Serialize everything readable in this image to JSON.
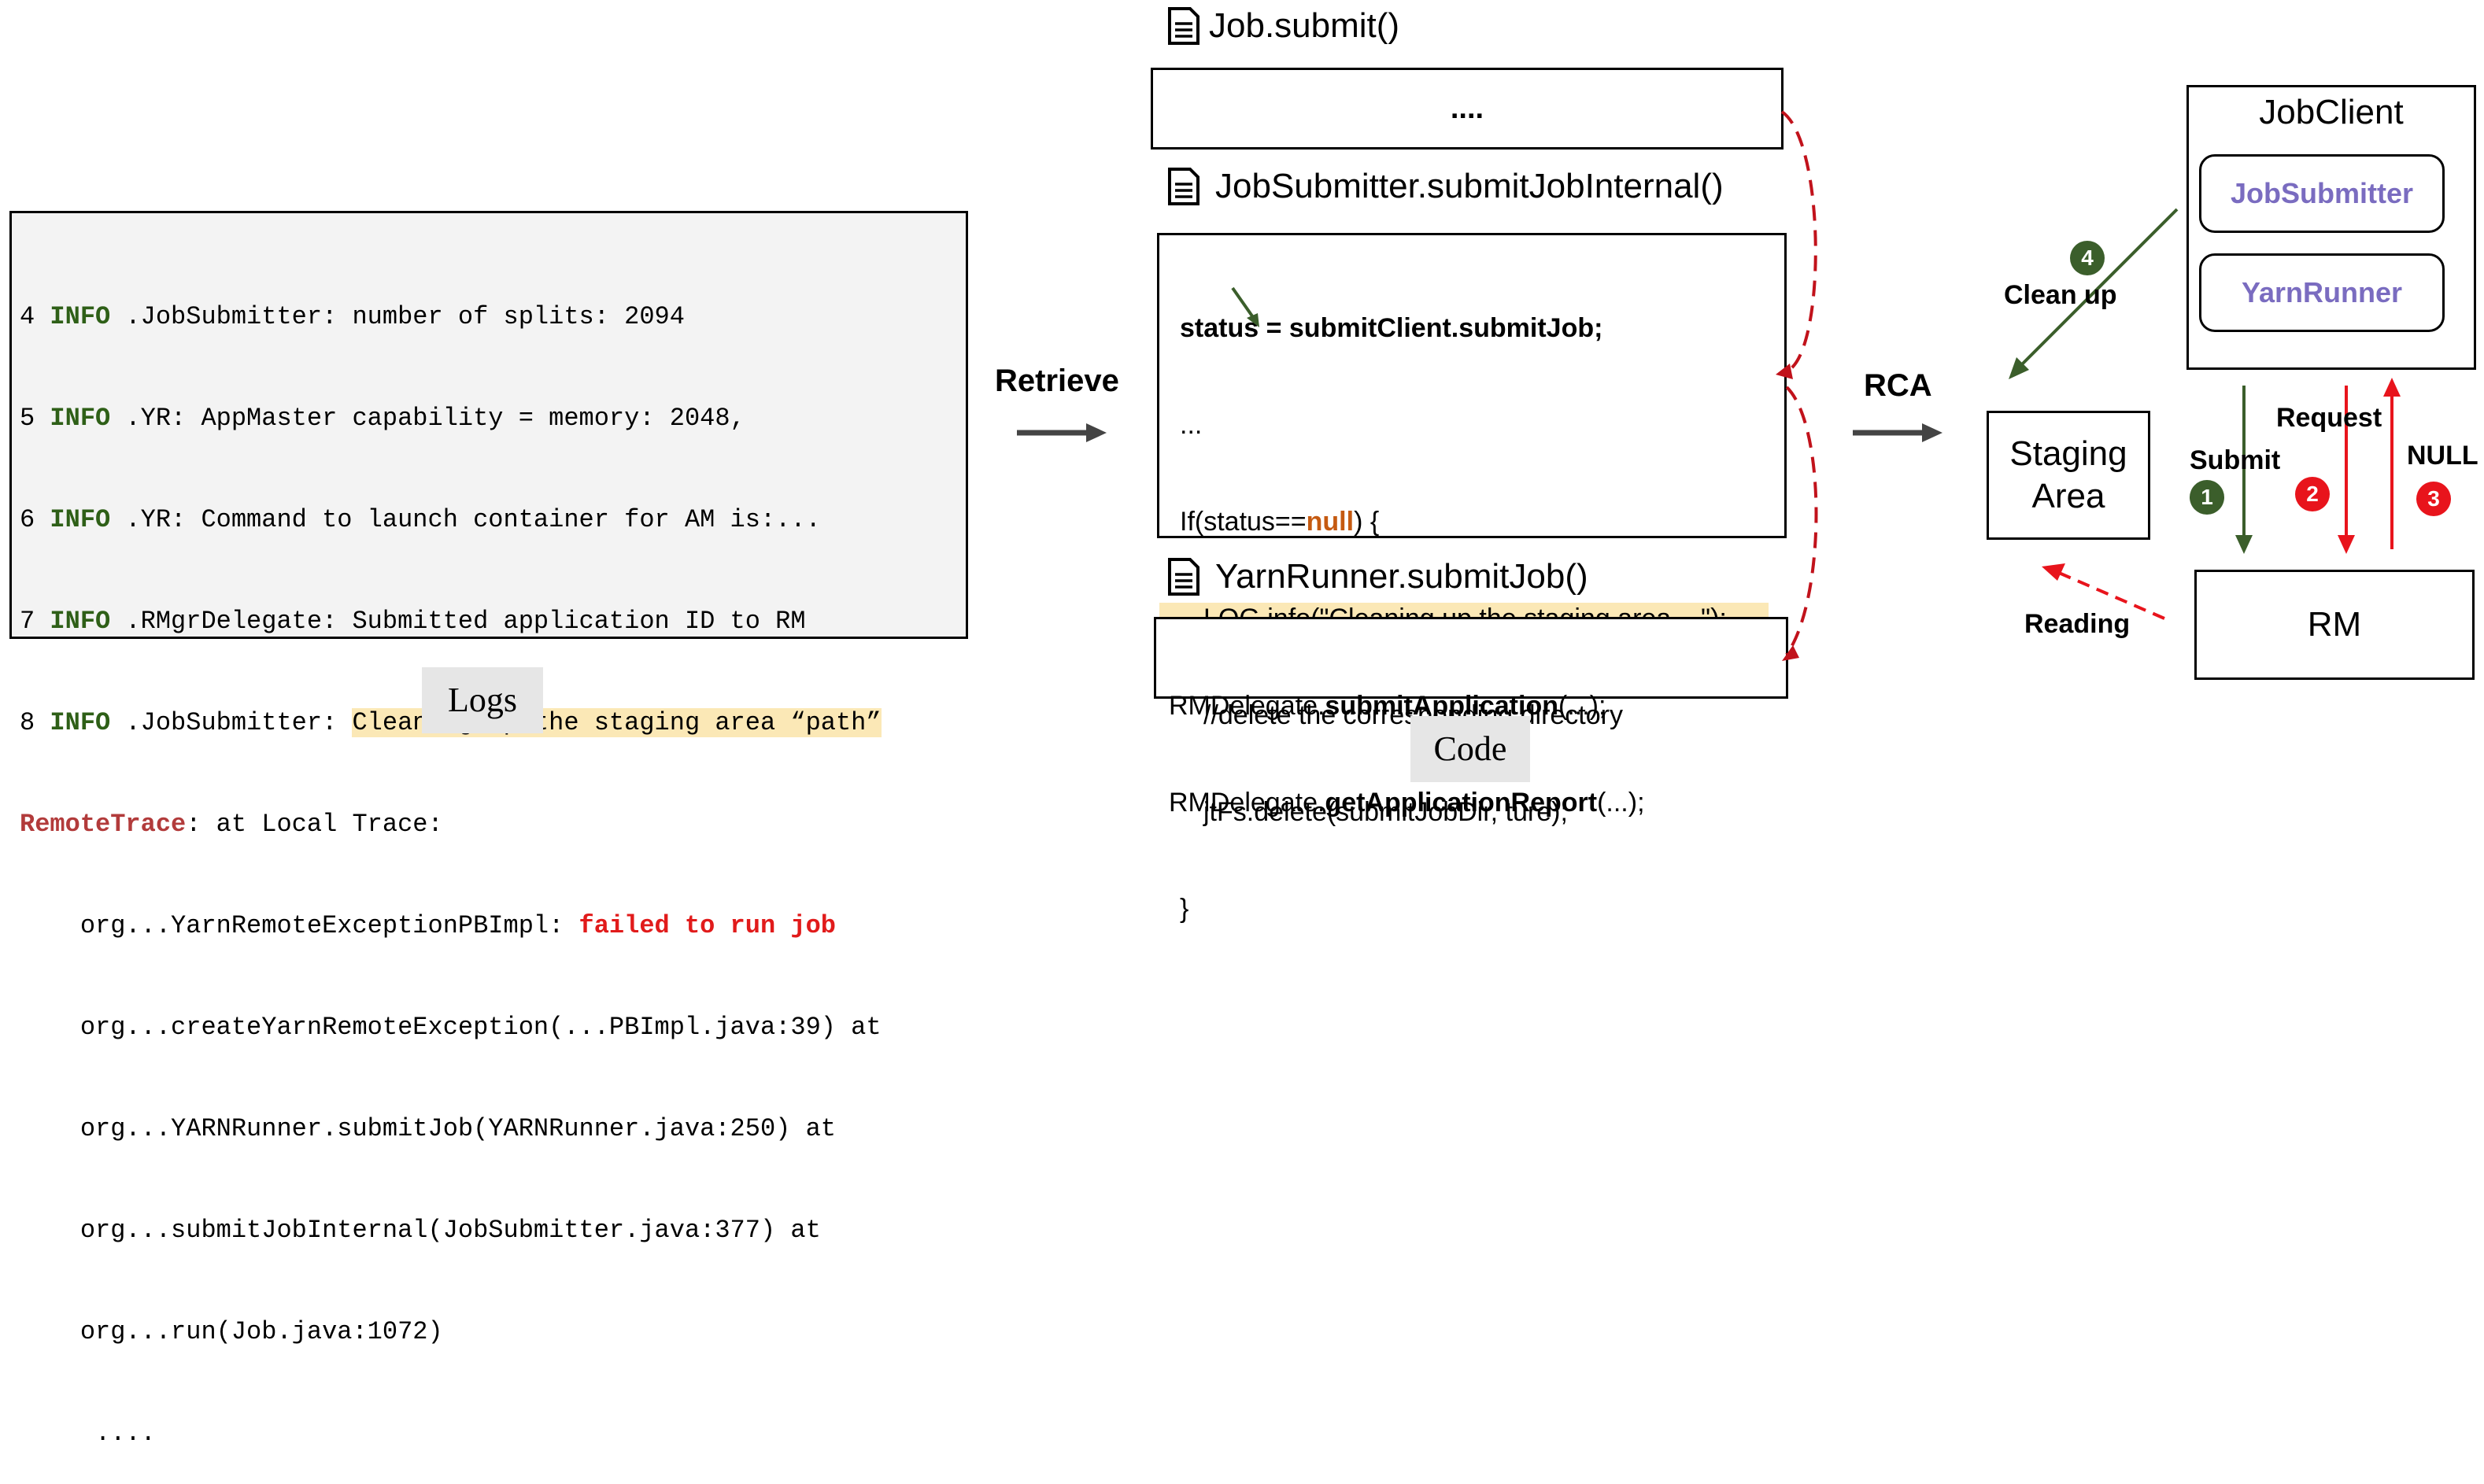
{
  "logs": {
    "lines": [
      {
        "num": "4",
        "level": "INFO",
        "text": " .JobSubmitter: number of splits: 2094"
      },
      {
        "num": "5",
        "level": "INFO",
        "text": " .YR: AppMaster capability = memory: 2048,"
      },
      {
        "num": "6",
        "level": "INFO",
        "text": " .YR: Command to launch container for AM is:..."
      },
      {
        "num": "7",
        "level": "INFO",
        "text": " .RMgrDelegate: Submitted application ID to RM"
      },
      {
        "num": "8",
        "level": "INFO",
        "text": " .JobSubmitter: ",
        "highlight": "Cleaning up the staging area “path”"
      }
    ],
    "remote_trace": {
      "label": "RemoteTrace",
      "rest": ": at Local Trace:"
    },
    "trace": [
      {
        "text": "    org...YarnRemoteExceptionPBImpl: ",
        "error": "failed to run job"
      },
      {
        "text": "    org...createYarnRemoteException(...PBImpl.java:39) at"
      },
      {
        "text": "    org...YARNRunner.submitJob(YARNRunner.java:250) at"
      },
      {
        "text": "    org...submitJobInternal(JobSubmitter.java:377) at"
      },
      {
        "text": "    org...run(Job.java:1072)"
      },
      {
        "text": "     ...."
      }
    ],
    "caption": "Logs"
  },
  "arrows": {
    "retrieve": "Retrieve",
    "rca": "RCA"
  },
  "code": {
    "job_submit": {
      "title": "Job.submit()",
      "body": "...."
    },
    "job_submitter": {
      "title": "JobSubmitter.submitJobInternal()",
      "line1": "status = submitClient.submitJob;",
      "line2": "...",
      "line3_pre": "If(status==",
      "line3_null": "null",
      "line3_post": ") {",
      "line4": "LOG.info(\"Cleaning up the staging area....\");",
      "line5": "//delete the corresponding directory",
      "line6": "jtFs.delete(submitJobDir, ture);",
      "line7": "}"
    },
    "yarn_runner": {
      "title": "YarnRunner.submitJob()",
      "l1_pre": "RMDelegate.",
      "l1_bold": "submitApplication",
      "l1_post": "(...);",
      "l2_pre": "RMDelegate.",
      "l2_bold": "getApplicationReport",
      "l2_post": "(...);"
    },
    "caption": "Code"
  },
  "workflow": {
    "jobclient": "JobClient",
    "jobsubmitter": "JobSubmitter",
    "yarnrunner": "YarnRunner",
    "staging": "Staging\nArea",
    "rm": "RM",
    "clean_up": "Clean up",
    "submit": "Submit",
    "request": "Request",
    "null": "NULL",
    "reading": "Reading",
    "badges": [
      "1",
      "2",
      "3",
      "4"
    ],
    "colors": {
      "green": "#3b5e2b",
      "red": "#e8141c",
      "dark_red": "#c1121b",
      "purple": "#7a6cc0"
    }
  }
}
